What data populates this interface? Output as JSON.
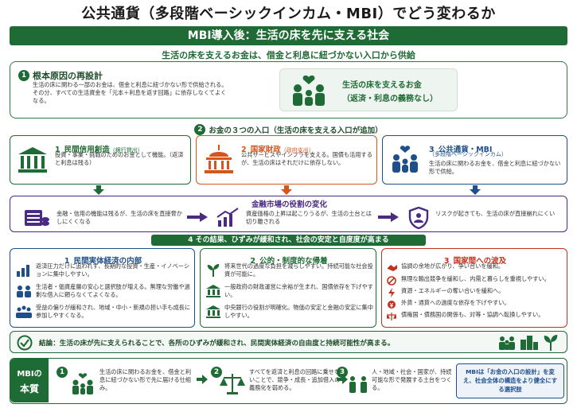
{
  "title": "公共通貨（多段階ベーシックインカム・MBI）でどう変わるか",
  "banner": "MBI導入後：生活の床を先に支える社会",
  "subline": "生活の床を支えるお金は、借金と利息に紐づかない入口から供給",
  "section1": {
    "num": "1",
    "title": "根本原因の再設計",
    "body": "生活の床に関わる一部のお金は、借金と利息に紐づかない形で供給される。その分、すべての生活資金を「元本＋利息を返す回路」に依存しなくてよくなる。",
    "callout_line1": "生活の床を支えるお金",
    "callout_line2": "（返済・利息の義務なし）"
  },
  "section2": {
    "num": "2",
    "title": "お金の３つの入口（生活の床を支える入口が追加）",
    "entries": [
      {
        "num": "1",
        "title": "民間信用創造",
        "tag": "（銀行貸出）",
        "body": "投資・事業・挑戦のためのお金として機能。（返済と利息は残る）",
        "color": "#1f6b35"
      },
      {
        "num": "2",
        "title": "国家財政",
        "tag": "（政府支出）",
        "body": "公共サービスやインフラを支える。国債も活用するが、生活の床はそれだけに依存しない。",
        "color": "#d4561c"
      },
      {
        "num": "3",
        "title": "公共通貨・MBI",
        "tag": "（多段階ベーシックインカム）",
        "body": "生活の床に関わるお金を、借金と利息に紐づかない形で供給。",
        "color": "#1f4f8a"
      }
    ]
  },
  "finance": {
    "title": "金融市場の役割の変化",
    "step1": "金融・信用の機能は残るが、生活の床を直接脅かしにくくなる",
    "step2": "資産価格の上昇は起こりうるが、生活の土台とは切り離される",
    "step3": "リスクが起きても、生活の床が直接崩れにくい"
  },
  "section4": {
    "num": "4",
    "title": "その結果、ひずみが緩和され、社会の安定と自度度が高まる",
    "cols": [
      {
        "num": "1",
        "title": "民間実体経済の内部",
        "color": "#1f4f8a",
        "items": [
          "返済圧力だけに追われず、長期的な投資・生産・イノベーションに集中しやすい。",
          "生活者・価資産層の安心と選択肢が増える。無理な労働や過剰な借入に頼らなくてよくなる。",
          "受益の偏りが緩和され、地域・中小・新規の担い手も成長に参加しやすくなる。"
        ]
      },
      {
        "num": "2",
        "title": "公的・制度的な帰着",
        "color": "#1f6b35",
        "items": [
          "将来世代の過度な負担を減らしやすい。持続可能な社会投資が可能に。",
          "一般政府の財政運営に余裕が生まれ、国債依存を下げやすい。",
          "中央銀行の役割が明確化。物価の安定と金融の安定に集中しやすい。"
        ]
      },
      {
        "num": "3",
        "title": "国家間への波及",
        "color": "#c2321e",
        "items": [
          "協調の余地が広がり、争い合いを緩和。",
          "無理な輸出競争を緩和し、内需と暮らしを重視しやすい。",
          "資源・エネルギーの奪い合いを緩和へ。",
          "外貨・通貨への過度な依存を下げやすい。",
          "債権国・債務国の関係も、対等・協調へ転換しやすい。"
        ]
      }
    ]
  },
  "conclusion": "結論：生活の床が先に支えられることで、各所のひずみが緩和され、民間実体経済の自由度と持続可能性が高まる。",
  "essence": {
    "label_line1": "MBIの",
    "label_line2": "本質",
    "steps": [
      {
        "num": "1",
        "text": "生活の床に関わるお金を、借金と利息に紐づかない形で先に届ける仕組み。"
      },
      {
        "num": "2",
        "text": "すべてを返済と利息の回路に乗せないことで、競争・成長・追加借入の義務化を弱める。"
      },
      {
        "num": "3",
        "text": "人・地域・社会・国家が、持続可能な形で発展する土台をつくる。"
      }
    ],
    "summary": "MBIは「お金の入口の設計」を変え、社会全体の構造をより健全にする選択肢"
  },
  "colors": {
    "green": "#1f6b35",
    "orange": "#d4561c",
    "blue": "#1f4f8a",
    "red": "#c2321e",
    "purple": "#4a2a82"
  }
}
